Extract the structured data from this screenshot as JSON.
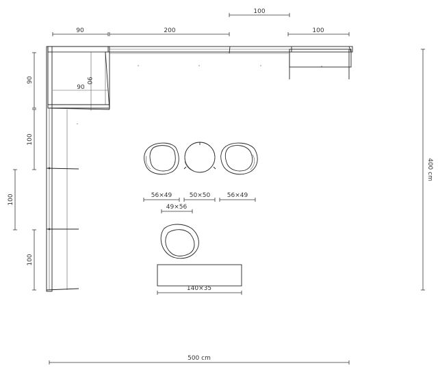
{
  "dimensions": {
    "total_width": "500 cm",
    "total_height": "400 cm",
    "top_left_90": "90",
    "top_200": "200",
    "top_right_100_upper": "100",
    "top_right_100_lower": "100",
    "corner_inner_width": "90",
    "corner_inner_depth": "90",
    "left_90": "90",
    "left_100_a": "100",
    "left_100_b": "100",
    "left_100_c": "100"
  },
  "furniture_labels": {
    "armchair_left": "56×49",
    "stool_center": "50×50",
    "armchair_right": "56×49",
    "lounge_chair": "49×56",
    "coffee_table": "140×35"
  }
}
